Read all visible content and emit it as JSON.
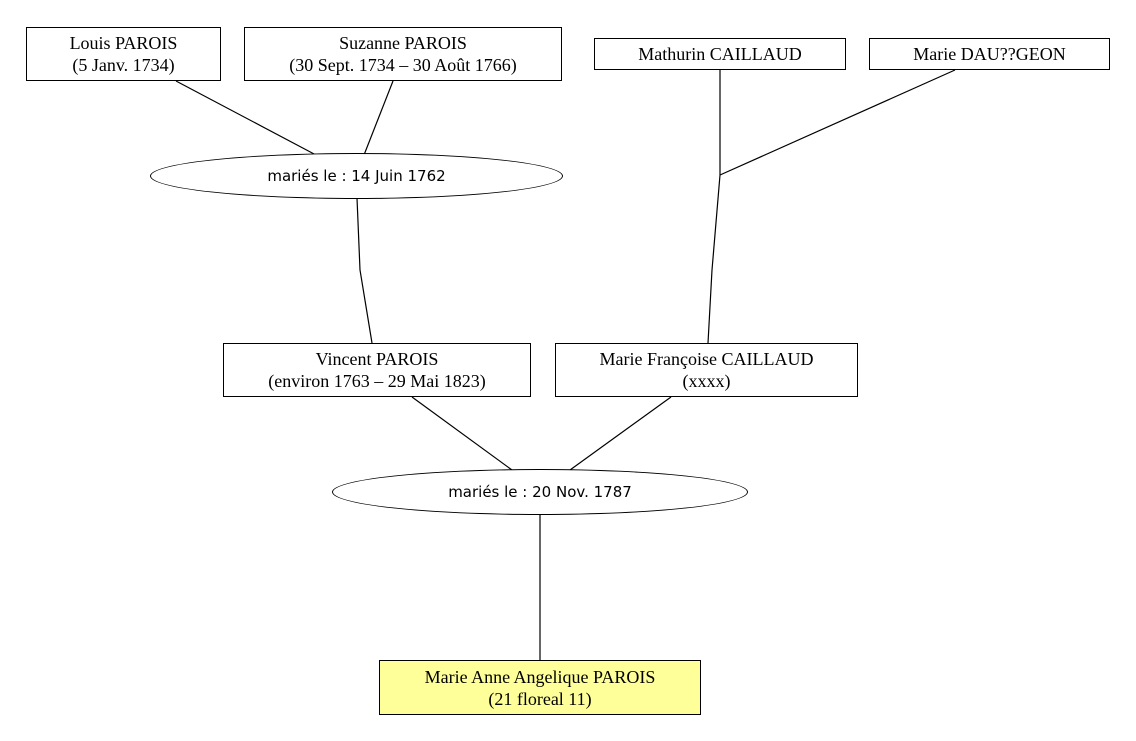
{
  "persons": {
    "louis": {
      "name": "Louis PAROIS",
      "dates": "(5 Janv. 1734)"
    },
    "suzanne": {
      "name": "Suzanne PAROIS",
      "dates": "(30 Sept. 1734 – 30 Août 1766)"
    },
    "mathurin": {
      "name": "Mathurin CAILLAUD"
    },
    "marie_dau": {
      "name": "Marie DAU??GEON"
    },
    "vincent": {
      "name": "Vincent PAROIS",
      "dates": "(environ 1763 – 29 Mai 1823)"
    },
    "marie_francoise": {
      "name": "Marie Françoise CAILLAUD",
      "dates": "(xxxx)"
    },
    "marie_anne": {
      "name": "Marie Anne Angelique PAROIS",
      "dates": "(21 floreal 11)"
    }
  },
  "marriages": {
    "m1762": {
      "label": "mariés le : 14 Juin 1762"
    },
    "m1787": {
      "label": "mariés le : 20 Nov. 1787"
    }
  },
  "colors": {
    "highlight": "#ffff99",
    "line": "#000000"
  }
}
